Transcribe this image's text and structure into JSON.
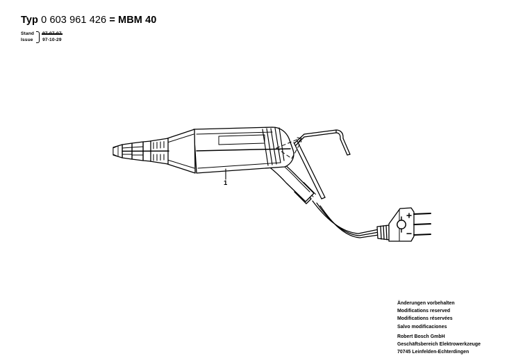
{
  "header": {
    "typ_label": "Typ",
    "type_number": "0 603 961 426",
    "equals": "=",
    "model": "MBM 40",
    "revision": {
      "label_de": "Stand",
      "label_en": "Issue",
      "date_superseded": "97-07-07",
      "date_superseded_struck": true,
      "date_current": "97-10-29"
    }
  },
  "drawing": {
    "title": "Exploded view of straight grinder with hex key and mains plug",
    "callouts": [
      {
        "id": "1",
        "label": "1"
      }
    ],
    "plug_markings": {
      "positive": "+",
      "negative": "−"
    },
    "colors": {
      "line": "#000000",
      "fill": "#ffffff",
      "background": "#ffffff"
    }
  },
  "footer": {
    "disclaimer": [
      "Änderungen vorbehalten",
      "Modifications reserved",
      "Modifications réservées",
      "Salvo modificaciones"
    ],
    "company": [
      "Robert Bosch GmbH",
      "Geschäftsbereich Elektrowerkzeuge",
      "70745 Leinfelden-Echterdingen"
    ]
  }
}
